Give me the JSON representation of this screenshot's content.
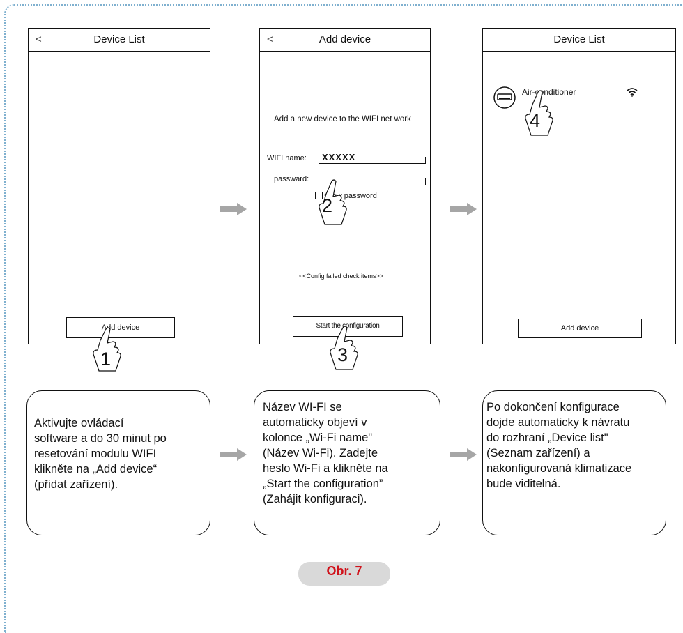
{
  "screens": [
    {
      "title": "Device  List",
      "back": "<",
      "button": "Add device",
      "step": "1"
    },
    {
      "title": "Add device",
      "back": "<",
      "intro": "Add a new device to the WIFI net work",
      "wifi_label": "WIFI  name:",
      "wifi_value": "XXXXX",
      "password_label": "passward:",
      "show_password": "show password",
      "config_failed": "<<Config failed check items>>",
      "button": "Start the configuration",
      "step_password": "2",
      "step_button": "3"
    },
    {
      "title": "Device  List",
      "device_name": "Air-conditioner",
      "button": "Add device",
      "step": "4"
    }
  ],
  "captions": [
    "Aktivujte ovládací\nsoftware a do 30 minut po\nresetování modulu WIFI\nklikněte na „Add device“\n(přidat zařízení).",
    "Název WI-FI se\nautomaticky objeví v\nkolonce „Wi-Fi name\"\n(Název Wi-Fi). Zadejte\nheslo Wi-Fi a klikněte na\n„Start the configuration”\n(Zahájit konfiguraci).",
    "Po dokončení konfigurace\ndojde automaticky k návratu\ndo rozhraní „Device list\"\n(Seznam zařízení) a\nnakonfigurovaná klimatizace\nbude viditelná."
  ],
  "figure_label": "Obr. 7",
  "colors": {
    "arrow": "#a6a6a6",
    "label_bg": "#d9d9d9",
    "label_text": "#d0121b",
    "frame": "#7fb0cf"
  }
}
